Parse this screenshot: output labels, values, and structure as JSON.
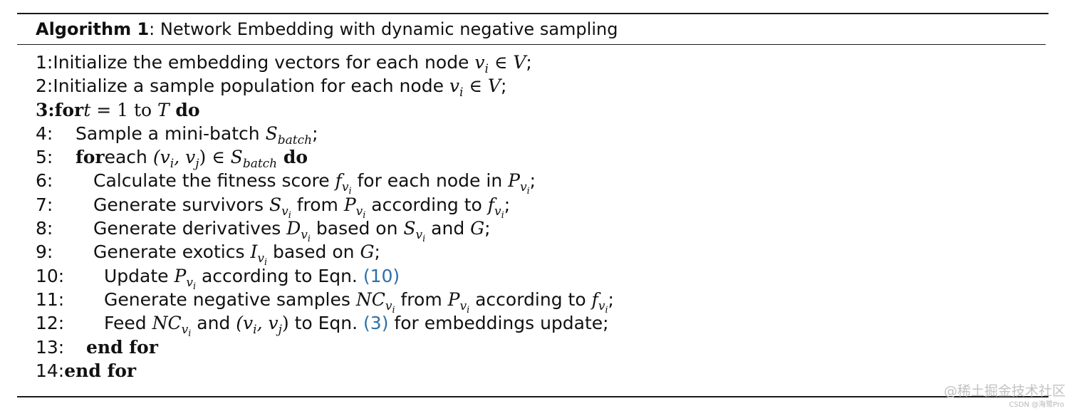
{
  "algorithm": {
    "label": "Algorithm 1",
    "title": ": Network Embedding with dynamic negative sampling"
  },
  "lines": {
    "l1": {
      "num": "1: ",
      "t1": "Initialize the embedding vectors for each node ",
      "v": "v",
      "i": "i",
      "in": " ∈ ",
      "V": "V",
      "end": ";"
    },
    "l2": {
      "num": "2: ",
      "t1": "Initialize a sample population for each node ",
      "v": "v",
      "i": "i",
      "in": " ∈ ",
      "V": "V",
      "end": ";"
    },
    "l3": {
      "num": "3: ",
      "kw1": "for",
      "t": "t",
      "eq": " = 1 to ",
      "T": "T",
      "kw2": " do"
    },
    "l4": {
      "num": "4:",
      "t1": "Sample a mini-batch ",
      "S": "S",
      "sub": "batch",
      "end": ";"
    },
    "l5": {
      "num": "5:",
      "kw1": "for",
      "t1": "each ",
      "pair": "(v",
      "i": "i",
      "comma": ", v",
      "j": "j",
      "close": ")",
      "in": " ∈ ",
      "S": "S",
      "sub": "batch",
      "kw2": " do"
    },
    "l6": {
      "num": "6:",
      "t1": "Calculate the fitness score ",
      "f": "f",
      "v": "v",
      "i": "i",
      "t2": " for each node in ",
      "P": "P",
      "end": ";"
    },
    "l7": {
      "num": "7:",
      "t1": "Generate survivors ",
      "S": "S",
      "v": "v",
      "i": "i",
      "t2": " from ",
      "P": "P",
      "t3": " according to ",
      "f": "f",
      "end": ";"
    },
    "l8": {
      "num": "8:",
      "t1": "Generate derivatives ",
      "D": "D",
      "v": "v",
      "i": "i",
      "t2": " based on ",
      "S": "S",
      "t3": " and ",
      "G": "G",
      "end": ";"
    },
    "l9": {
      "num": "9:",
      "t1": "Generate exotics ",
      "I": "I",
      "v": "v",
      "i": "i",
      "t2": " based on ",
      "G": "G",
      "end": ";"
    },
    "l10": {
      "num": "10:",
      "t1": "Update ",
      "P": "P",
      "v": "v",
      "i": "i",
      "t2": " according to Eqn. ",
      "ref": "(10)"
    },
    "l11": {
      "num": "11:",
      "t1": "Generate negative samples ",
      "NC": "NC",
      "v": "v",
      "i": "i",
      "t2": " from ",
      "P": "P",
      "t3": " according to ",
      "f": "f",
      "end": ";"
    },
    "l12": {
      "num": "12:",
      "t1": "Feed ",
      "NC": "NC",
      "v": "v",
      "i": "i",
      "t2": " and ",
      "pair": "(v",
      "pi": "i",
      "comma": ", v",
      "j": "j",
      "close": ")",
      "t3": " to Eqn. ",
      "ref": "(3)",
      "t4": " for embeddings update;"
    },
    "l13": {
      "num": "13:",
      "kw": "end for"
    },
    "l14": {
      "num": "14: ",
      "kw": "end for"
    }
  },
  "watermark": {
    "main": "@稀土掘金技术社区",
    "small": "CSDN @海鹭Pro"
  }
}
